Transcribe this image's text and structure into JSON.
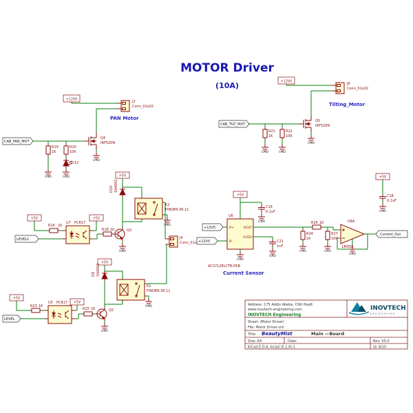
{
  "sheet": {
    "title": "MOTOR Driver",
    "subtitle": "(10A)"
  },
  "nets": {
    "p12": "+12V0",
    "p5": "+5V",
    "p12in": "+12V5",
    "gnd": "GND",
    "pan_in": "CAB_PAN_MOT",
    "tilt_in": "CAB_TILT_MOT",
    "level1": "LEVEL1",
    "level": "LEVEL",
    "iout": "Current_Out"
  },
  "pan": {
    "caption": "PAN Motor",
    "conn_ref": "J2",
    "conn_val": "Conn_01x02",
    "fet_ref": "Q4",
    "fet_val": "IRF520N",
    "r1_ref": "R19",
    "r1_val": "1K",
    "r2_ref": "R20",
    "r2_val": "10K",
    "led_ref": "D12"
  },
  "tilt": {
    "caption": "Tilting_Motor",
    "conn_ref": "J6",
    "conn_val": "Conn_01x02",
    "fet_ref": "Q5",
    "fet_val": "IRF520N",
    "r1_ref": "R21",
    "r1_val": "1K",
    "r2_ref": "R22",
    "r2_val": "10K"
  },
  "relay_a": {
    "relay_ref": "K2",
    "relay_val": "FINDER-36.11",
    "diode_ref": "D10",
    "diode_val": "1N4002",
    "q_ref": "Q3",
    "opto_ref": "U7",
    "opto_val": "PC817",
    "rin_ref": "R16",
    "rin_val": "1K",
    "rb_ref": "R18",
    "rb_val": "1K",
    "conn_ref": "J4",
    "conn_val": "Conn_01x02"
  },
  "relay_b": {
    "relay_ref": "K1",
    "relay_val": "FINDER-36.11",
    "diode_ref": "D9",
    "diode_val": "1N4002",
    "q_ref": "Q2",
    "opto_ref": "U5",
    "opto_val": "PC817",
    "rin_ref": "R23",
    "rin_val": "1K",
    "rb_ref": "R25",
    "rb_val": "1K"
  },
  "sensor": {
    "caption": "Current Sensor",
    "ic_ref": "U6",
    "ic_val": "ACS712ELCTR-05B",
    "pin_ipp": "IP+",
    "pin_ipm": "IP-",
    "pin_viout": "VIOUT",
    "pin_filter": "FILTER",
    "c1_ref": "C19",
    "c1_val": "0.1uF",
    "c2_ref": "C21",
    "c2_val": "1nF",
    "c3_ref": "C18",
    "c3_val": "0.1uF",
    "r1_ref": "R24",
    "r1_val": "1K",
    "r2_ref": "R26",
    "r2_val": "1K",
    "r3_ref": "R27",
    "r3_val": "10K",
    "oa_ref": "U8A",
    "oa_val": "LM358"
  },
  "title_block": {
    "address": "Address: 175 Addis Abeba, CNU Riadt",
    "website": "www.inovtech-engineering.com",
    "company": "INOVTECH Engineering",
    "sheet_line": "Sheet: /Motor Driver/",
    "file_line": "File: Motor Driver.sch",
    "title_label": "Title:",
    "title_value": "BeautyMist",
    "title_extra": "Main —Board",
    "size_label": "Size: A4",
    "date_label": "Date:",
    "rev_label": "Rev: V0.0",
    "tool": "KiCad E.D.A.  kicad (5.1.9)-1",
    "id_label": "Id: 8/10",
    "logo_text": "INOVTECH",
    "logo_sub": "ENGINEERING"
  }
}
